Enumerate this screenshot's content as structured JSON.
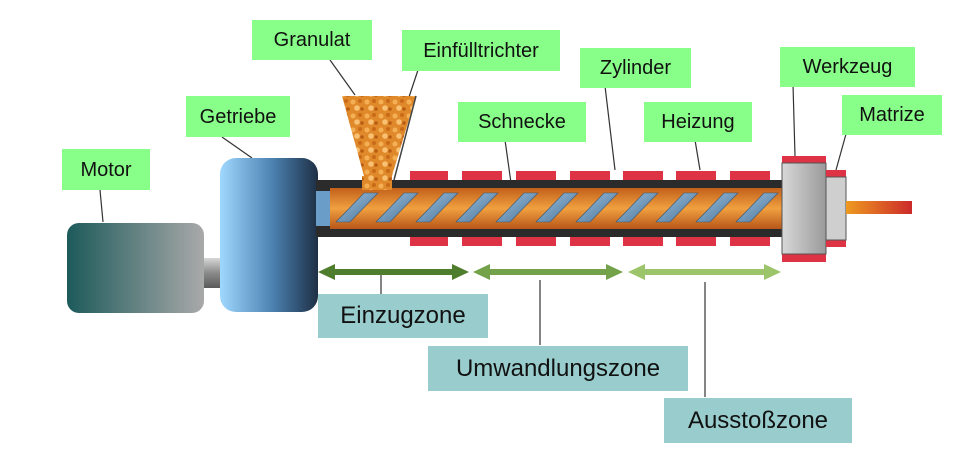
{
  "labels": {
    "motor": "Motor",
    "getriebe": "Getriebe",
    "granulat": "Granulat",
    "einfuelltrichter": "Einfülltrichter",
    "schnecke": "Schnecke",
    "zylinder": "Zylinder",
    "heizung": "Heizung",
    "werkzeug": "Werkzeug",
    "matrize": "Matrize"
  },
  "zones": {
    "einzug": "Einzugzone",
    "umwandlung": "Umwandlungszone",
    "ausstoss": "Ausstoßzone"
  },
  "colors": {
    "label_bg": "#88ff88",
    "zone_bg": "#99cccc",
    "heater": "#dd3344",
    "granulate": "#e0892a",
    "barrel": "#2b2b2b"
  }
}
